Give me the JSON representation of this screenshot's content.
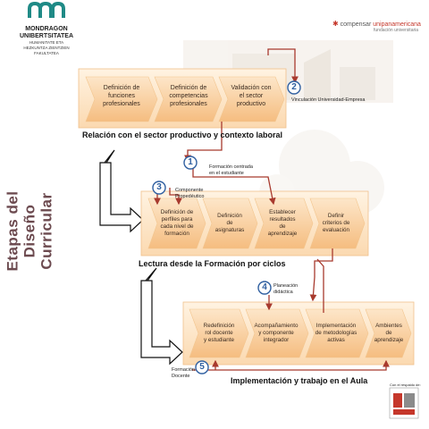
{
  "header": {
    "left_logo_name_line1": "MONDRAGON",
    "left_logo_name_line2": "UNIBERTSITATEA",
    "left_logo_sub_line1": "HUMANITATE ETA",
    "left_logo_sub_line2": "HEZKUNTZA ZIENTZIEN",
    "left_logo_sub_line3": "FAKULTATEA",
    "right_logo_prefix": "compensar",
    "right_logo_name": "unipanamericana",
    "right_logo_sub": "fundación universitaria"
  },
  "side_title": {
    "line1": "Etapas del",
    "line2": "Diseño Curricular"
  },
  "stages": [
    {
      "caption": "Relación con el sector productivo y contexto laboral",
      "steps": [
        [
          "Definición de",
          "funciones",
          "profesionales"
        ],
        [
          "Definición de",
          "competencias",
          "profesionales"
        ],
        [
          "Validación con",
          "el sector",
          "productivo"
        ]
      ]
    },
    {
      "caption": "Lectura desde la Formación por ciclos",
      "steps": [
        [
          "Definición de",
          "perfiles para",
          "cada nivel de",
          "formación"
        ],
        [
          "Definición",
          "de",
          "asignaturas"
        ],
        [
          "Establecer",
          "resultados",
          "de",
          "aprendizaje"
        ],
        [
          "Definir",
          "criterios de",
          "evaluación"
        ]
      ]
    },
    {
      "caption": "Implementación y trabajo en el Aula",
      "steps": [
        [
          "Redefinición",
          "rol docente",
          "y estudiante"
        ],
        [
          "Acompañamiento",
          "y componente",
          "integrador"
        ],
        [
          "Implementación",
          "de metodologías",
          "activas"
        ],
        [
          "Ambientes",
          "de",
          "aprendizaje"
        ]
      ]
    }
  ],
  "markers": [
    {
      "num": "1",
      "label_lines": [
        "Formación centrada",
        "en el estudiante"
      ]
    },
    {
      "num": "2",
      "label_lines": [
        "Vinculación Universidad-Empresa"
      ]
    },
    {
      "num": "3",
      "label_lines": [
        "Componente",
        "Propedéutico"
      ]
    },
    {
      "num": "4",
      "label_lines": [
        "Planeación",
        "didáctica"
      ]
    },
    {
      "num": "5",
      "label_lines": [
        "Formación",
        "Docente"
      ]
    }
  ],
  "footer_badge": "Con el respaldo de:",
  "colors": {
    "box_fill": "#fbe3c6",
    "box_border": "#f0c08c",
    "arrow_fill": "#f7c98e",
    "connector": "#a83a2e",
    "marker_blue": "#2f5fa0",
    "title": "#6c4a4f"
  }
}
